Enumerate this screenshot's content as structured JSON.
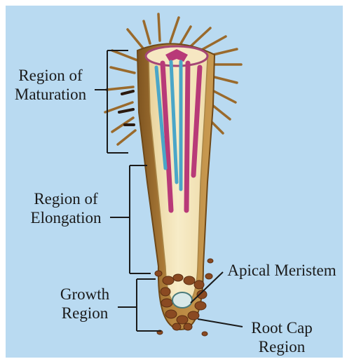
{
  "colors": {
    "background": "#b9daf1",
    "root_outer": "#b07f3b",
    "root_inner": "#f3e3b6",
    "phloem": "#b83a78",
    "xylem": "#4aa6c8",
    "root_cap": "#8a4a22",
    "leader_line": "#1a1a1a"
  },
  "labels": {
    "maturation_line1": "Region of",
    "maturation_line2": "Maturation",
    "elongation_line1": "Region of",
    "elongation_line2": "Elongation",
    "growth_line1": "Growth",
    "growth_line2": "Region",
    "apical_meristem": "Apical Meristem",
    "root_cap_line1": "Root Cap",
    "root_cap_line2": "Region"
  }
}
